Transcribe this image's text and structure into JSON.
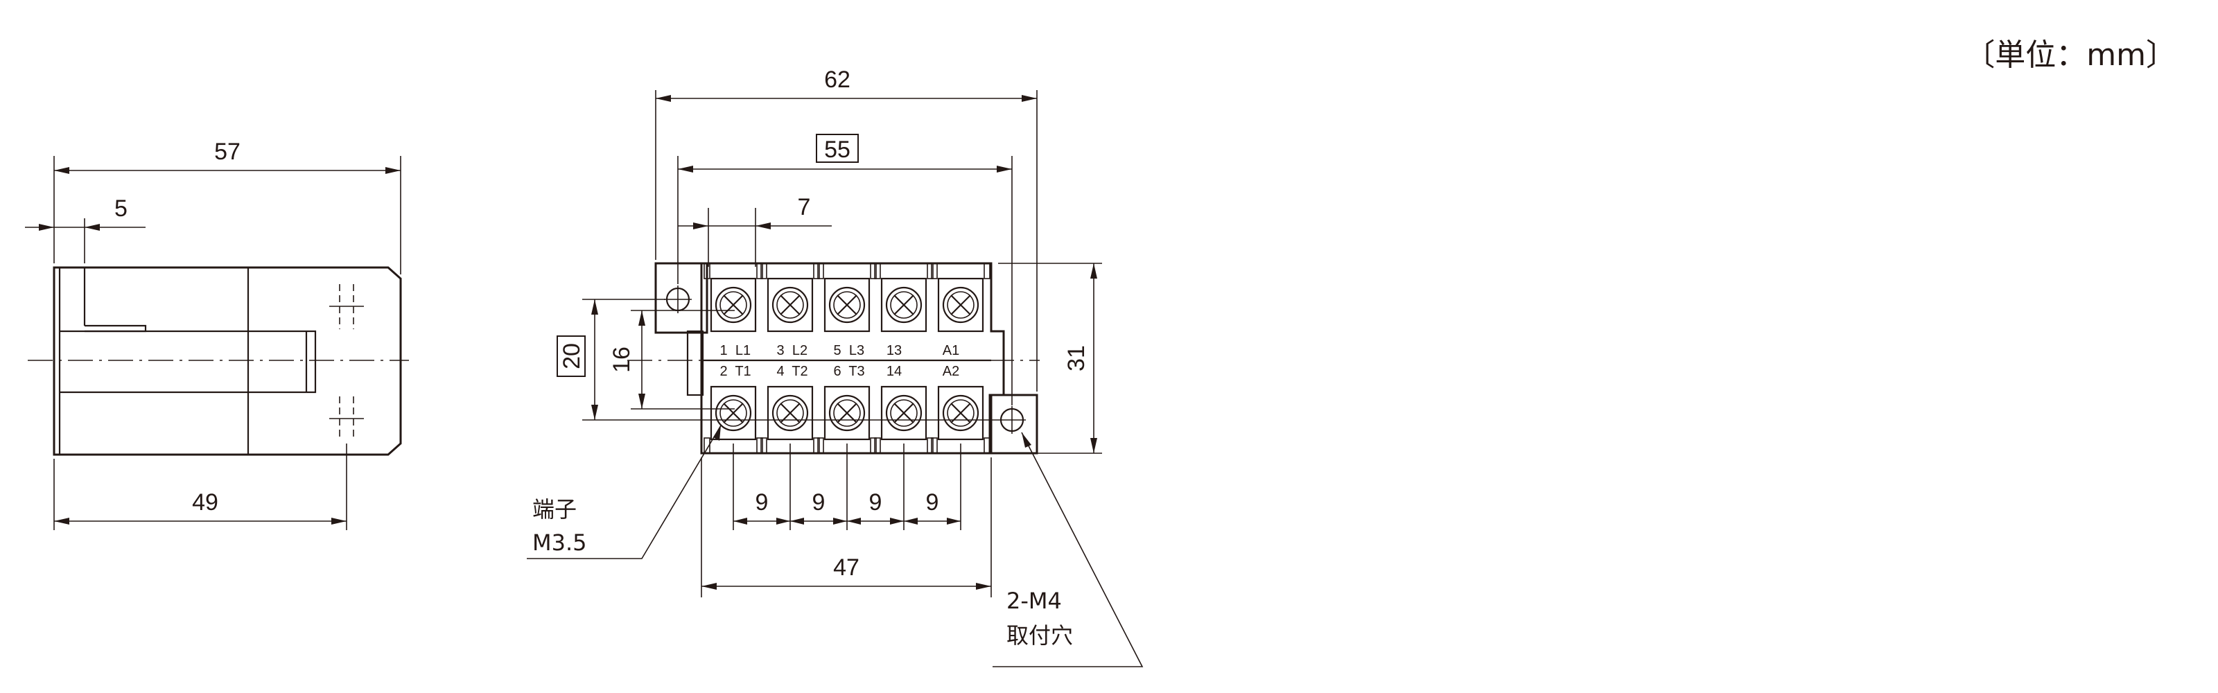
{
  "unit_label": "〔単位：mm〕",
  "side_view": {
    "dim_overall": "57",
    "dim_offset": "5",
    "dim_mount": "49"
  },
  "front_view": {
    "dim_overall_width": "62",
    "dim_mount_pitch": "55",
    "dim_terminal_offset": "7",
    "dim_height": "31",
    "dim_mount_height": "20",
    "dim_row_pitch": "16",
    "dim_terminal_pitch": [
      "9",
      "9",
      "9",
      "9"
    ],
    "dim_terminal_span": "47",
    "top_labels": [
      {
        "num": "1",
        "name": "L1"
      },
      {
        "num": "3",
        "name": "L2"
      },
      {
        "num": "5",
        "name": "L3"
      },
      {
        "num": "13",
        "name": ""
      },
      {
        "num": "A1",
        "name": ""
      }
    ],
    "bottom_labels": [
      {
        "num": "2",
        "name": "T1"
      },
      {
        "num": "4",
        "name": "T2"
      },
      {
        "num": "6",
        "name": "T3"
      },
      {
        "num": "14",
        "name": ""
      },
      {
        "num": "A2",
        "name": ""
      }
    ],
    "terminal_note_line1": "端子",
    "terminal_note_line2": "M3.5",
    "mount_hole_note_line1": "2-M4",
    "mount_hole_note_line2": "取付穴"
  }
}
